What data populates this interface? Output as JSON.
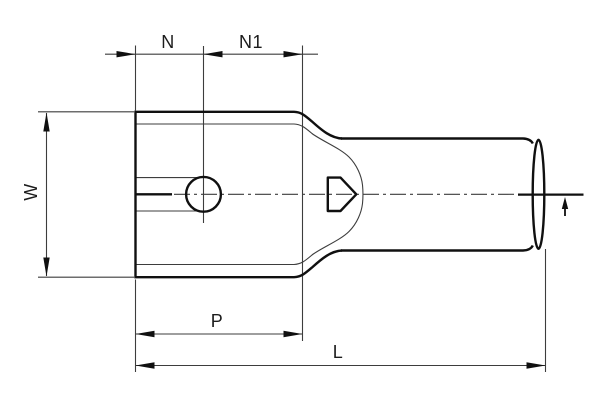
{
  "drawing": {
    "labels": {
      "n": "N",
      "n1": "N1",
      "w": "W",
      "p": "P",
      "l": "L"
    },
    "colors": {
      "outline": "#101010",
      "thin_line": "#3d3d3d",
      "background": "#ffffff",
      "text": "#1c1c1c"
    }
  }
}
